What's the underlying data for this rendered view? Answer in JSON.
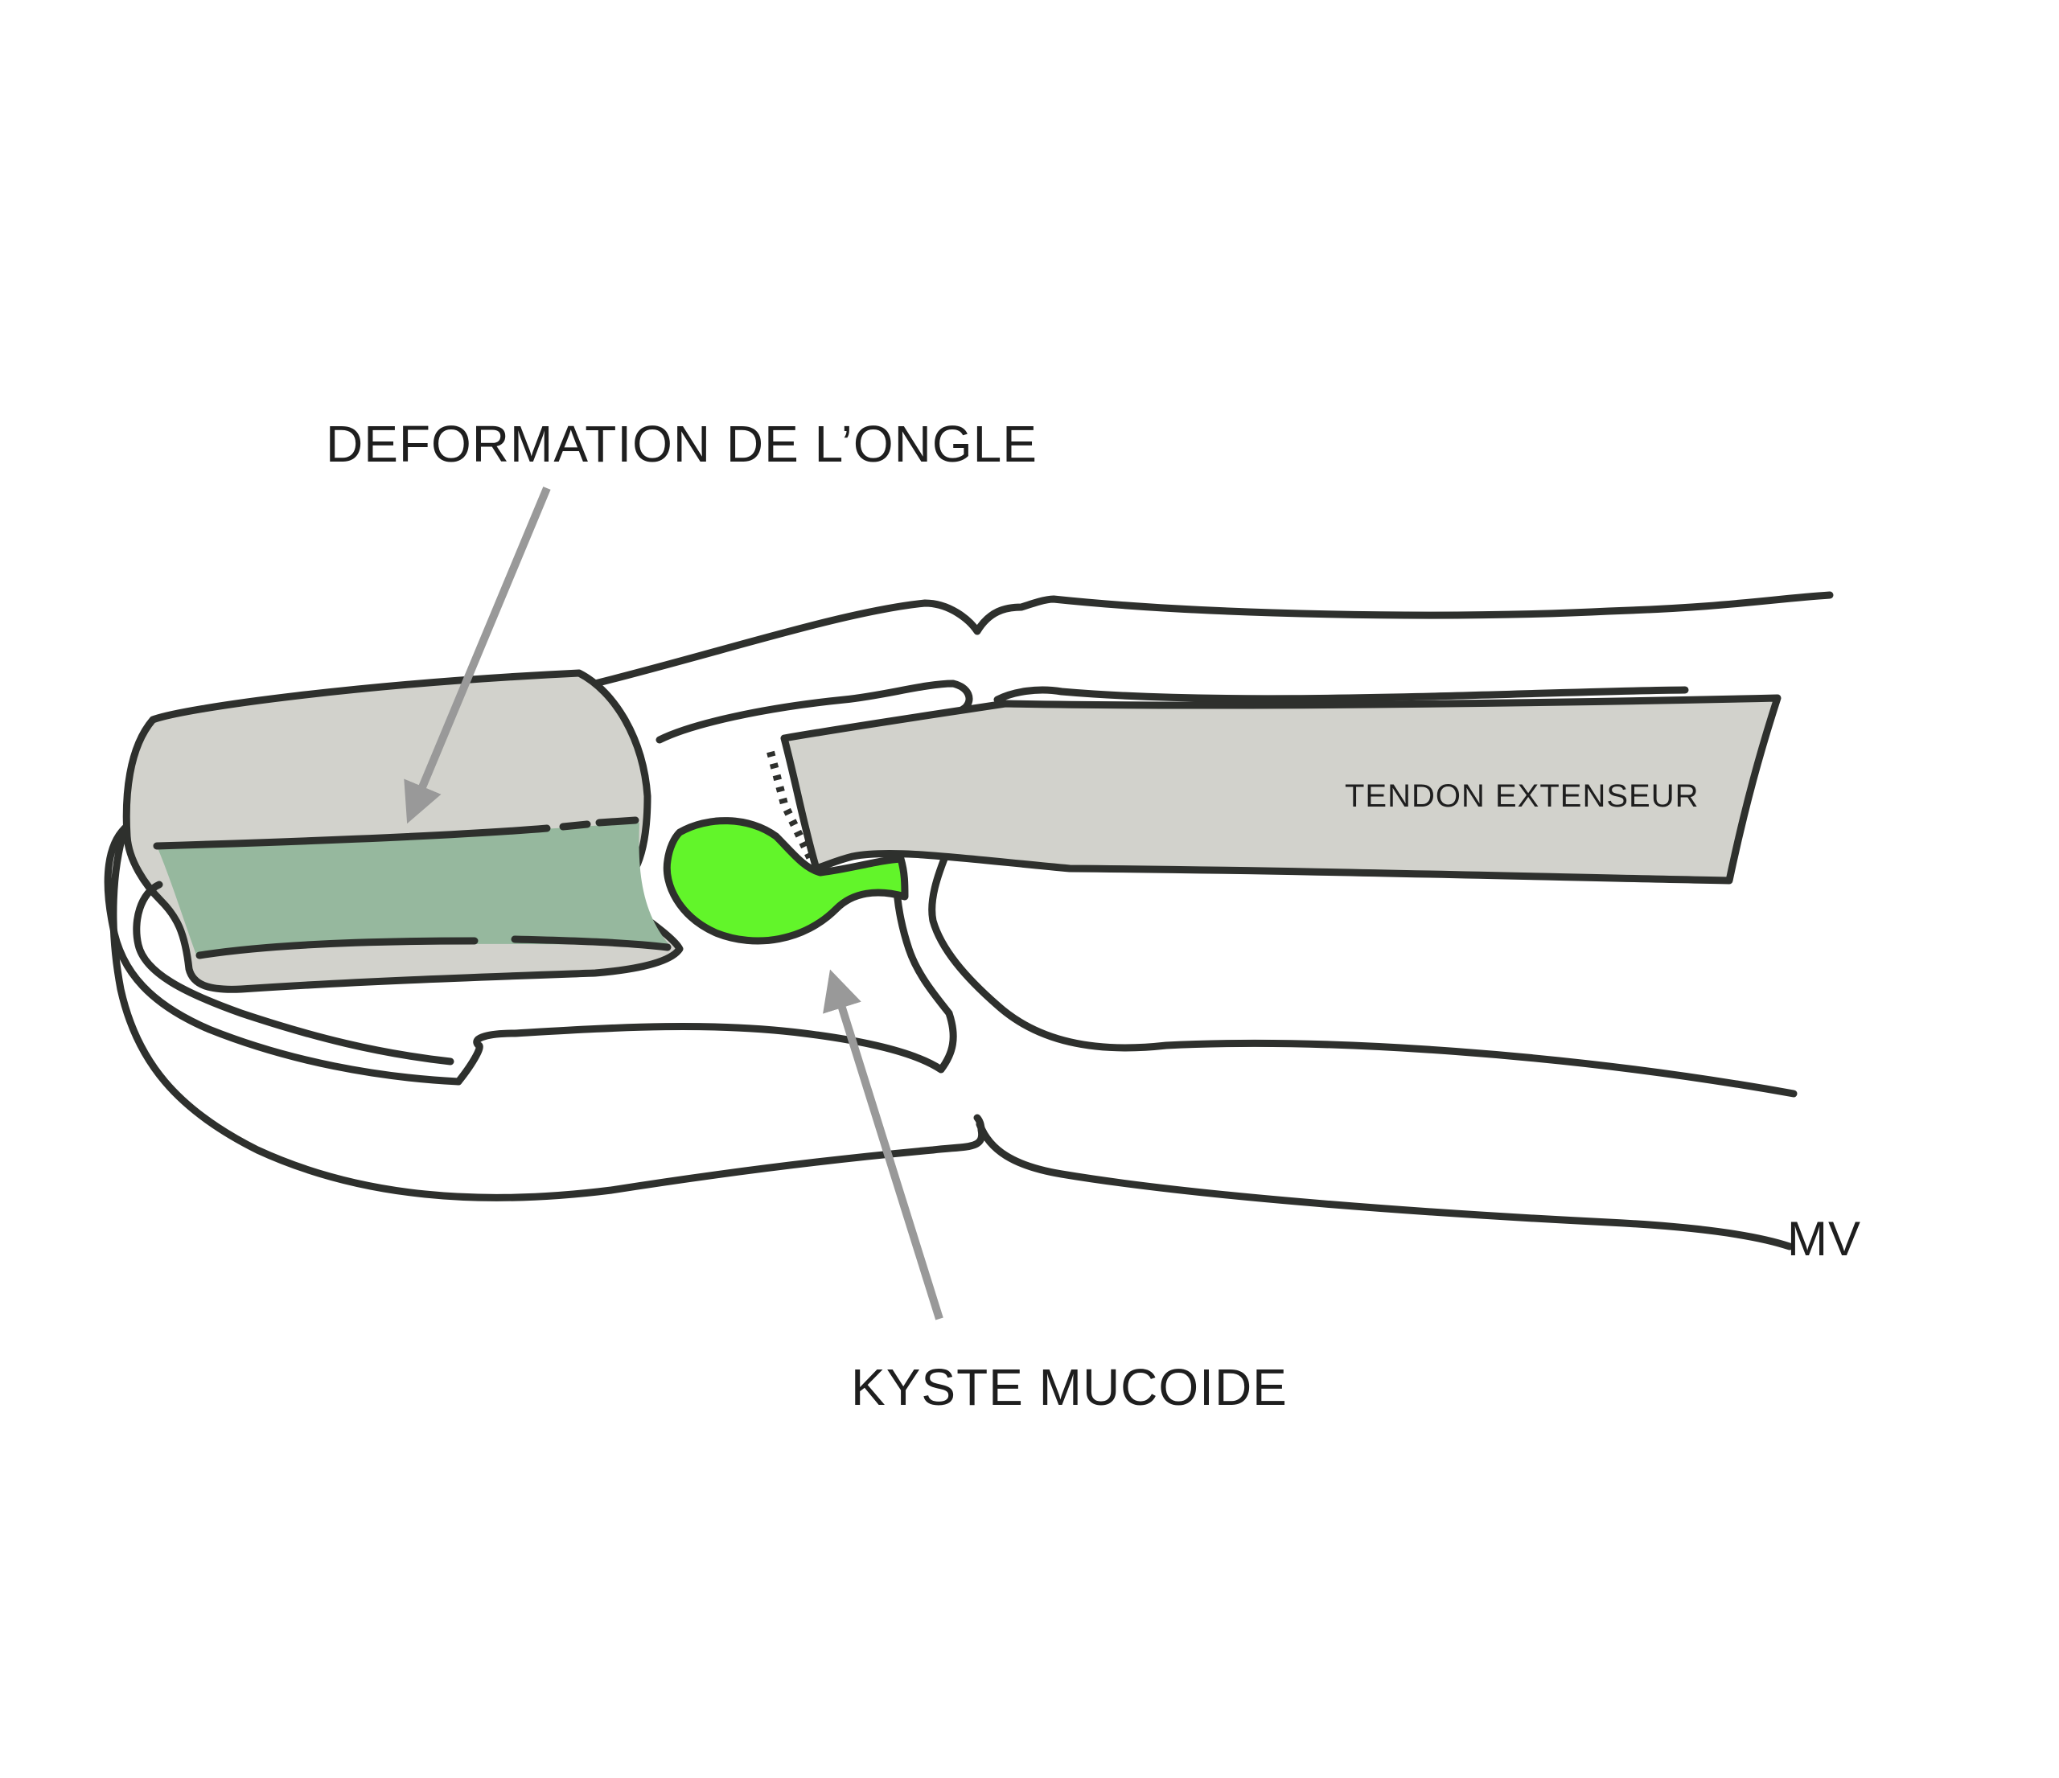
{
  "labels": {
    "nail_deformation": "DEFORMATION DE L’ONGLE",
    "mucoid_cyst": "KYSTE MUCOIDE",
    "extensor_tendon": "TENDON EXTENSEUR",
    "signature": "MV"
  },
  "colors": {
    "outline": "#2e302d",
    "bone_gray": "#d2d2cc",
    "nail_bed_green": "#96b89e",
    "cyst_green": "#62f52a",
    "arrow_gray": "#999999"
  }
}
